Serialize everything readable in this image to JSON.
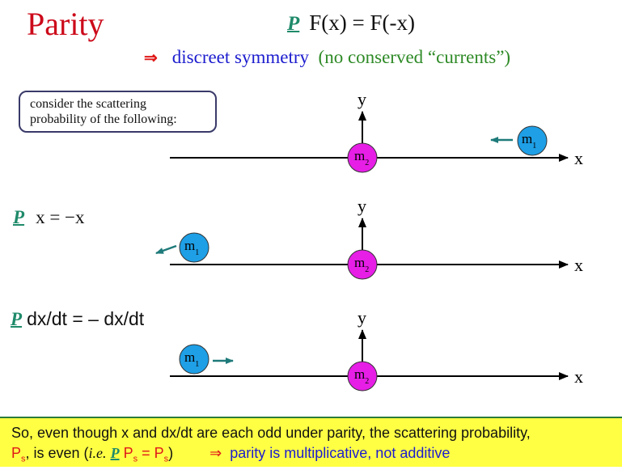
{
  "title": "Parity",
  "equation": {
    "operator": "P",
    "text": "F(x)  = F(-x)"
  },
  "symmetry": {
    "arrow": "⇒",
    "discreet": "discreet symmetry",
    "note": "(no conserved “currents”)"
  },
  "callout": {
    "line1": "consider the scattering",
    "line2": "probability of the following:"
  },
  "transform_x": {
    "operator": "P",
    "text": "x = −x"
  },
  "transform_v": {
    "operator": "P",
    "text": "dx/dt = – dx/dt"
  },
  "diagrams": [
    {
      "y_label": "y",
      "x_label": "x",
      "m1": "m",
      "m1_sub": "1",
      "m2": "m",
      "m2_sub": "2",
      "m1_direction": "left"
    },
    {
      "y_label": "y",
      "x_label": "x",
      "m1": "m",
      "m1_sub": "1",
      "m2": "m",
      "m2_sub": "2",
      "m1_direction": "left"
    },
    {
      "y_label": "y",
      "x_label": "x",
      "m1": "m",
      "m1_sub": "1",
      "m2": "m",
      "m2_sub": "2",
      "m1_direction": "right"
    }
  ],
  "footer": {
    "line1": "So, even though x and dx/dt are each odd under parity, the scattering probability,",
    "ps": "P",
    "ps_sub": "s",
    "is_even": ", is even  (",
    "ie": "i.e.",
    "operator": "P",
    "p1": "P",
    "p1_sub": "s",
    "equals": " = P",
    "p2_sub": "s",
    "close": ")",
    "arrow": "⇒",
    "conclusion": "parity is multiplicative, not additive"
  },
  "colors": {
    "title": "#cc0a1a",
    "operator": "#1f8a6a",
    "m1_ball": "#1e9fe6",
    "m2_ball": "#e61ee6",
    "motion_arrow": "#1f7a7a",
    "footer_bg": "#ffff44"
  }
}
